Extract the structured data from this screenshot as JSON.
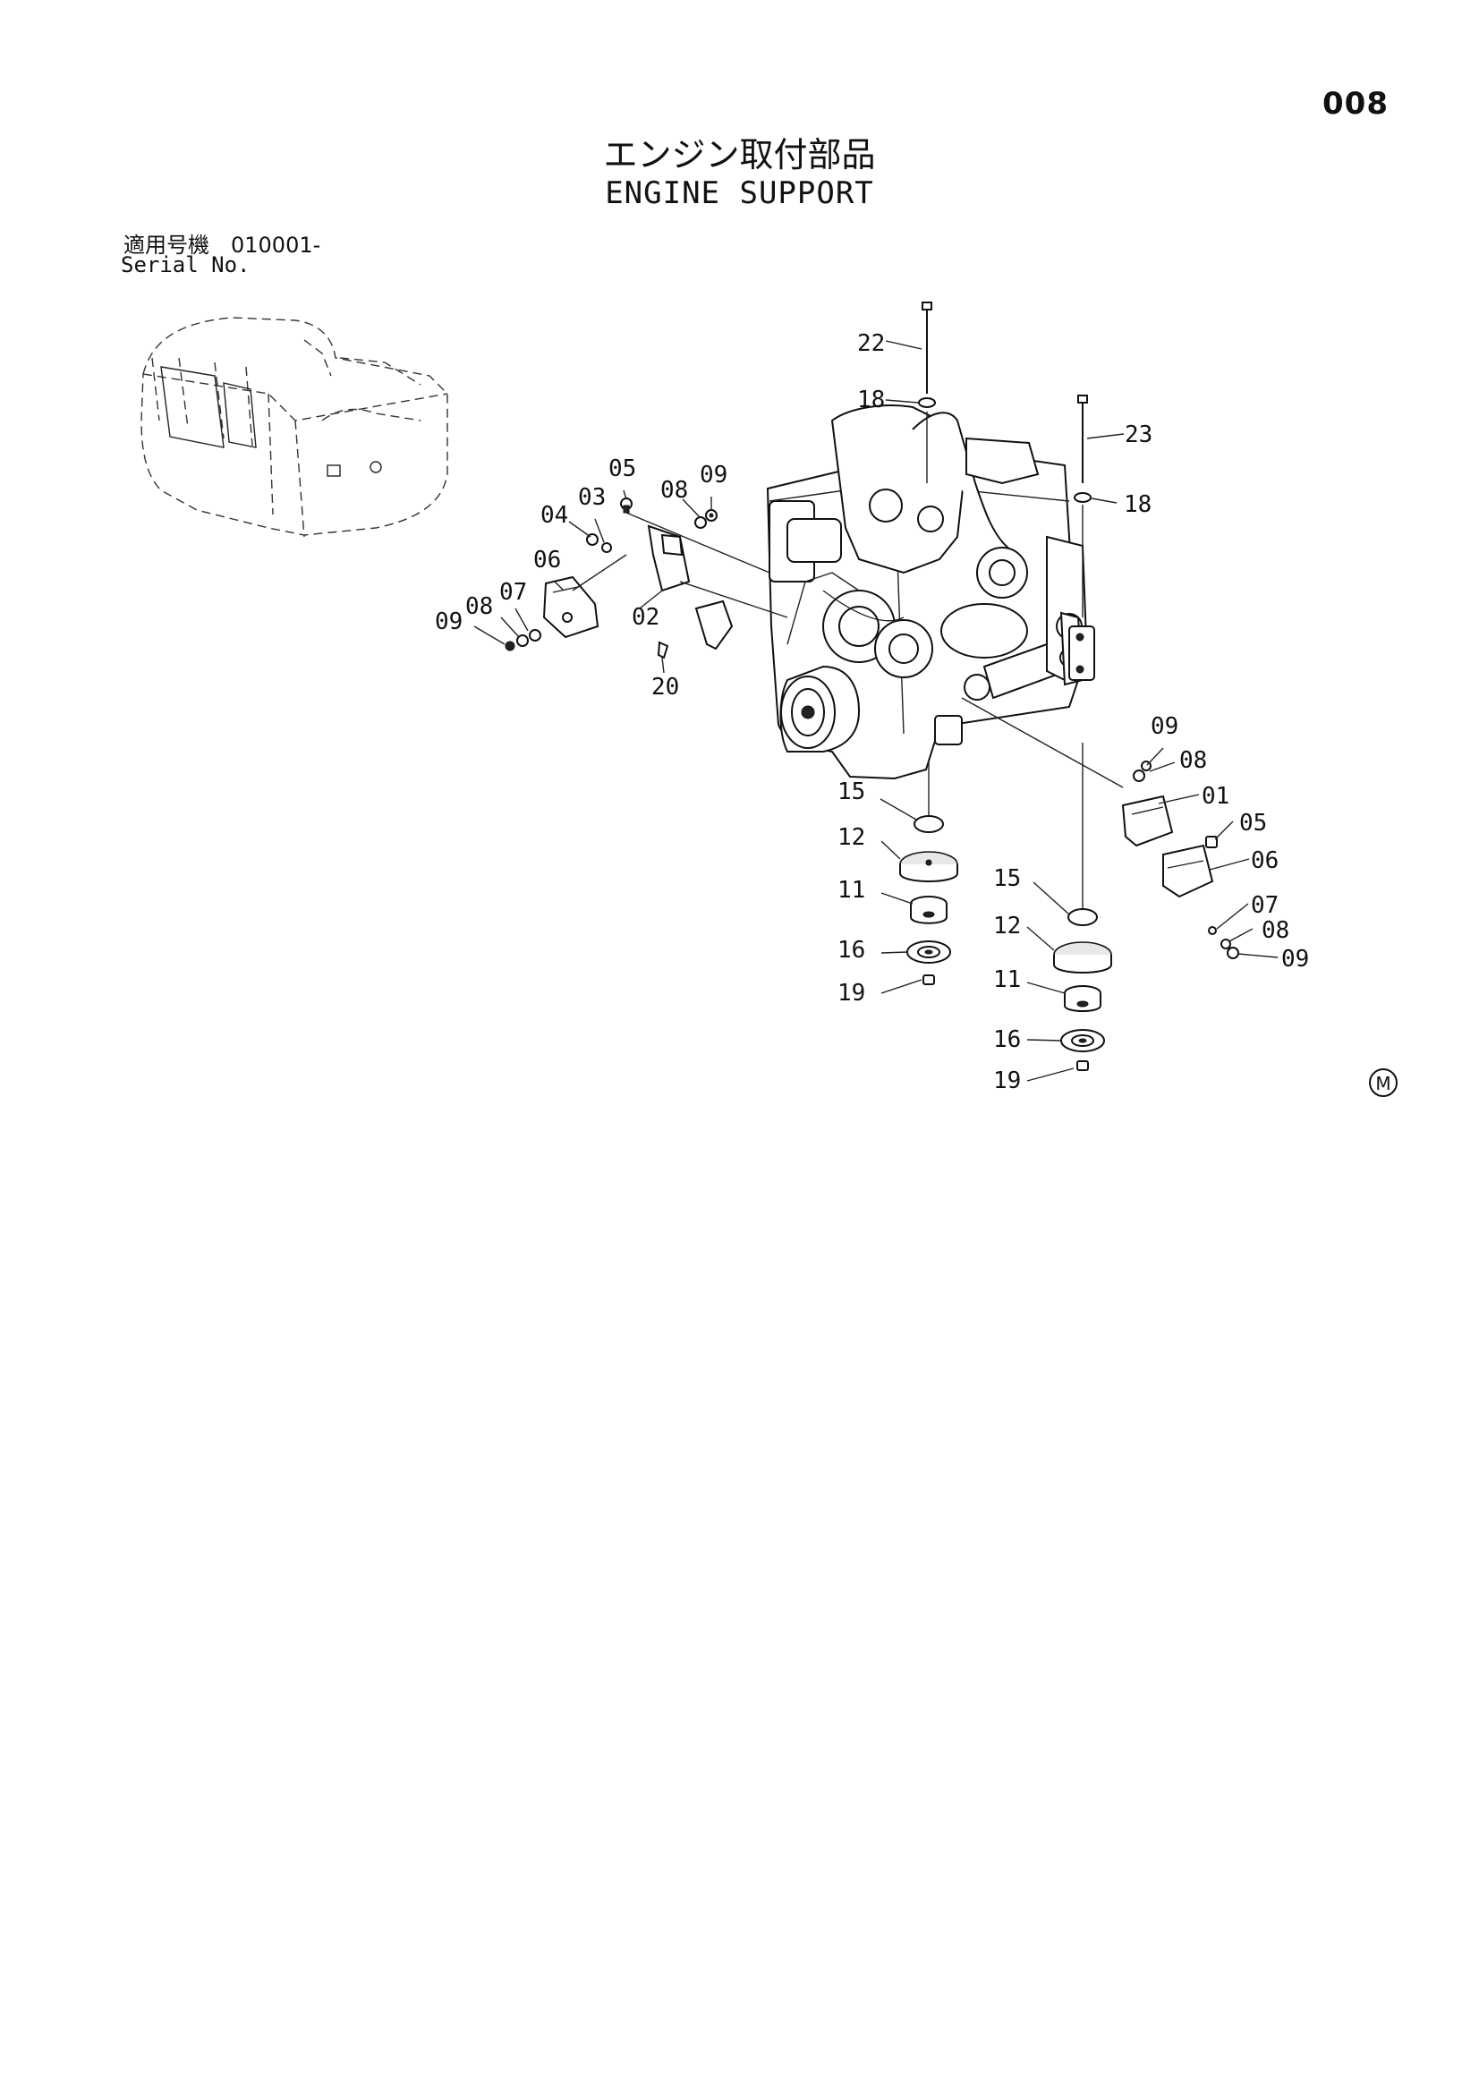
{
  "page": {
    "number": "008"
  },
  "title": {
    "japanese": "エンジン取付部品",
    "english": "ENGINE SUPPORT"
  },
  "serial": {
    "label_jp": "適用号機",
    "range": "010001-",
    "label_en": "Serial No."
  },
  "callouts": [
    "22",
    "18",
    "23",
    "18",
    "05",
    "08",
    "09",
    "03",
    "04",
    "06",
    "02",
    "07",
    "08",
    "09",
    "20",
    "09",
    "08",
    "01",
    "05",
    "06",
    "07",
    "08",
    "09",
    "15",
    "12",
    "11",
    "16",
    "19",
    "15",
    "12",
    "11",
    "16",
    "19"
  ],
  "marker": {
    "symbol": "Ⓜ",
    "icon": "m-circle-icon"
  }
}
